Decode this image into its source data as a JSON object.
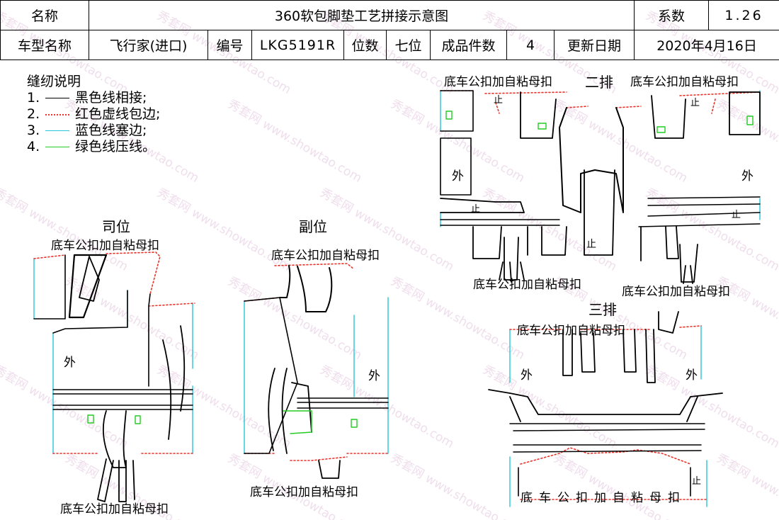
{
  "header": {
    "name_label": "名称",
    "title": "360软包脚垫工艺拼接示意图",
    "coef_label": "系数",
    "coef_value": "1.26",
    "model_label": "车型名称",
    "model_value": "飞行家(进口)",
    "code_label": "编号",
    "code_value": "LKG5191R",
    "seats_label": "位数",
    "seats_value": "七位",
    "pieces_label": "成品件数",
    "pieces_value": "4",
    "date_label": "更新日期",
    "date_value": "2020年4月16日"
  },
  "legend": {
    "title": "缝纫说明",
    "items": [
      {
        "num": "1.",
        "text": "黑色线相接;",
        "color": "#000000",
        "style": "solid"
      },
      {
        "num": "2.",
        "text": "红色虚线包边;",
        "color": "#e8332a",
        "style": "dotted"
      },
      {
        "num": "3.",
        "text": "蓝色线塞边;",
        "color": "#26c6da",
        "style": "solid"
      },
      {
        "num": "4.",
        "text": "绿色线压线。",
        "color": "#22cc22",
        "style": "solid"
      }
    ]
  },
  "labels": {
    "driver": "司位",
    "passenger": "副位",
    "second_row": "二排",
    "third_row": "三排",
    "outer": "外",
    "stop": "止",
    "fastener": "底车公扣加自粘母扣"
  },
  "watermark": {
    "site": "www.showtao.com",
    "brand": "秀套网"
  },
  "colors": {
    "black_line": "#000000",
    "red_dotted": "#e8332a",
    "cyan_edge": "#26c6da",
    "green_press": "#22cc22"
  }
}
